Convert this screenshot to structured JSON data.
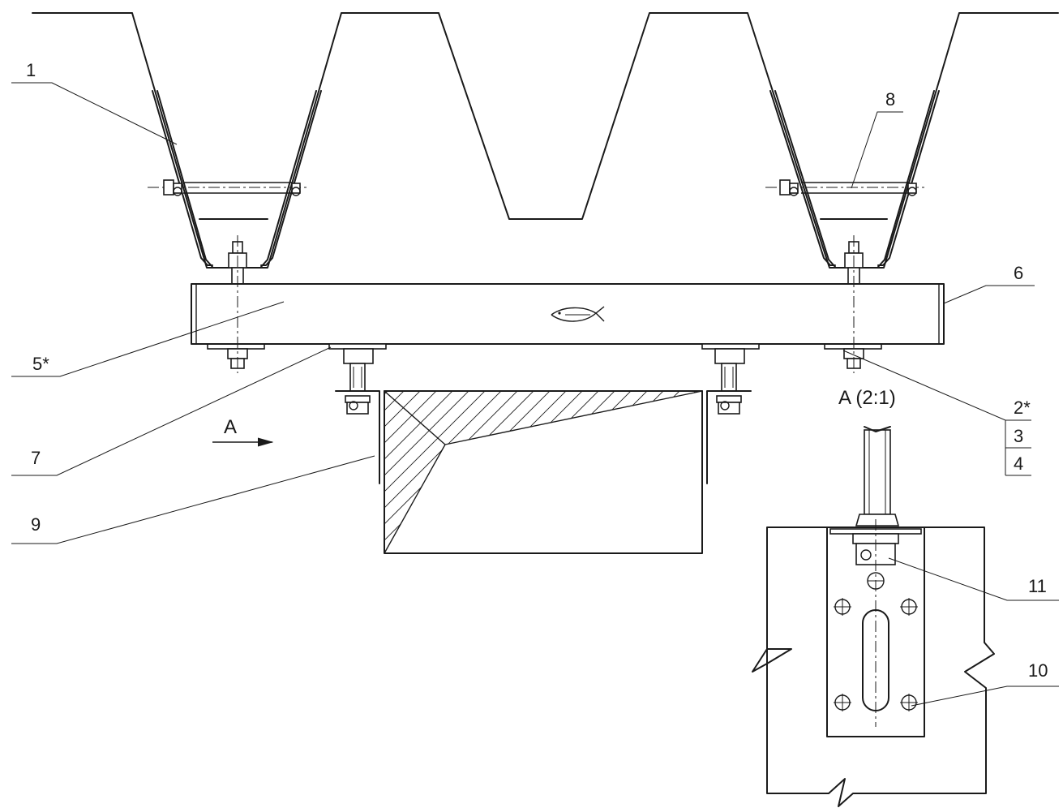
{
  "callouts": [
    {
      "id": "1",
      "text": "1"
    },
    {
      "id": "8",
      "text": "8"
    },
    {
      "id": "6",
      "text": "6"
    },
    {
      "id": "5",
      "text": "5*"
    },
    {
      "id": "2",
      "text": "2*"
    },
    {
      "id": "3",
      "text": "3"
    },
    {
      "id": "4",
      "text": "4"
    },
    {
      "id": "7",
      "text": "7"
    },
    {
      "id": "9",
      "text": "9"
    },
    {
      "id": "11",
      "text": "11"
    },
    {
      "id": "10",
      "text": "10"
    }
  ],
  "view_arrow": {
    "text": "A"
  },
  "detail_view": {
    "title": "A (2:1)"
  },
  "colors": {
    "line": "#1a1a1a",
    "background": "#ffffff"
  }
}
